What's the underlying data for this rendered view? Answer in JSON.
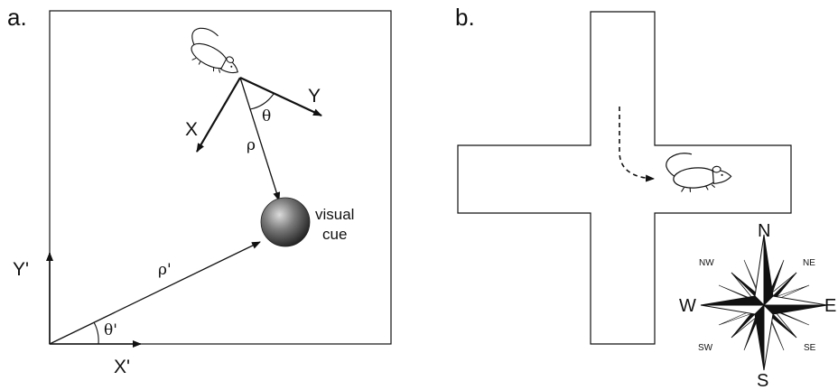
{
  "panels": {
    "a": {
      "label": "a.",
      "axes_local": {
        "x": "X",
        "y": "Y"
      },
      "angle_local": "θ",
      "distance_local": "ρ",
      "axes_global": {
        "x": "X'",
        "y": "Y'"
      },
      "angle_global": "θ'",
      "distance_global": "ρ'",
      "cue_label_line1": "visual",
      "cue_label_line2": "cue"
    },
    "b": {
      "label": "b.",
      "compass": {
        "n": "N",
        "s": "S",
        "e": "E",
        "w": "W",
        "ne": "NE",
        "nw": "NW",
        "se": "SE",
        "sw": "SW"
      }
    }
  },
  "colors": {
    "stroke": "#111111",
    "background": "#ffffff"
  }
}
